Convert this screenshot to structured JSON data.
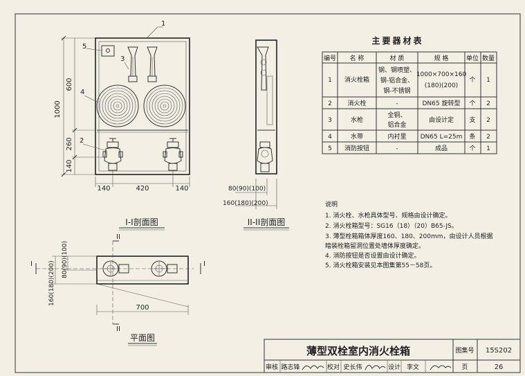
{
  "front_view": {
    "title": "I-I剖面图",
    "callouts": [
      "1",
      "2",
      "3",
      "4",
      "5"
    ],
    "dims_vertical": [
      "1000",
      "600",
      "260",
      "140"
    ],
    "dims_horizontal": [
      "140",
      "420",
      "140"
    ]
  },
  "side_view": {
    "title": "II-II剖面图",
    "dim_lines": [
      "80(90)(100)",
      "160(180)(200)"
    ]
  },
  "plan_view": {
    "title": "平面图",
    "section_marks": [
      "I",
      "I",
      "II",
      "II"
    ],
    "dims_vertical": [
      "160(180)(200)",
      "80(90)(100)"
    ],
    "dim_width": "700"
  },
  "table": {
    "title": "主要器材表",
    "headers": [
      "编号",
      "名 称",
      "材 质",
      "规 格",
      "单位",
      "数量"
    ],
    "rows": [
      {
        "no": "1",
        "name": "消火栓箱",
        "material": [
          "钢、钢喷塑、",
          "钢-铝合金、",
          "钢-不锈钢"
        ],
        "spec": [
          "1000×700×160",
          "(180)(200)"
        ],
        "unit": "个",
        "qty": "1"
      },
      {
        "no": "2",
        "name": "消火栓",
        "material": [
          "-"
        ],
        "spec": [
          "DN65 旋转型"
        ],
        "unit": "个",
        "qty": "2"
      },
      {
        "no": "3",
        "name": "水枪",
        "material": [
          "全铜、",
          "铝合金"
        ],
        "spec": [
          "由设计定"
        ],
        "unit": "支",
        "qty": "2"
      },
      {
        "no": "4",
        "name": "水带",
        "material": [
          "内衬里"
        ],
        "spec": [
          "DN65  L=25m"
        ],
        "unit": "条",
        "qty": "2"
      },
      {
        "no": "5",
        "name": "消防按钮",
        "material": [
          "-"
        ],
        "spec": [
          "成品"
        ],
        "unit": "个",
        "qty": "1"
      }
    ]
  },
  "notes": {
    "heading": "说明",
    "items": [
      "1. 消火栓、水枪具体型号、规格由设计确定。",
      "2. 消火栓箱型号：SG16（18）（20）B65-JS。",
      "3. 薄型栓箱箱体厚度160、180、200mm，由设计人员根据",
      "    暗装栓箱留洞位置处墙体厚度确定。",
      "4. 消防按钮是否设置由设计确定。",
      "5. 消火栓箱安装见本图集第55－58页。"
    ]
  },
  "title_block": {
    "drawing_title": "薄型双栓室内消火栓箱",
    "atlas_label": "图集号",
    "atlas_no": "15S202",
    "review_label": "审核",
    "reviewer": "路志锋",
    "check_label": "校对",
    "checker": "史长伟",
    "design_label": "设计",
    "designer": "李文",
    "page_label": "页",
    "page_no": "26"
  },
  "colors": {
    "paper": "#f3efe4",
    "ink": "#222222"
  }
}
